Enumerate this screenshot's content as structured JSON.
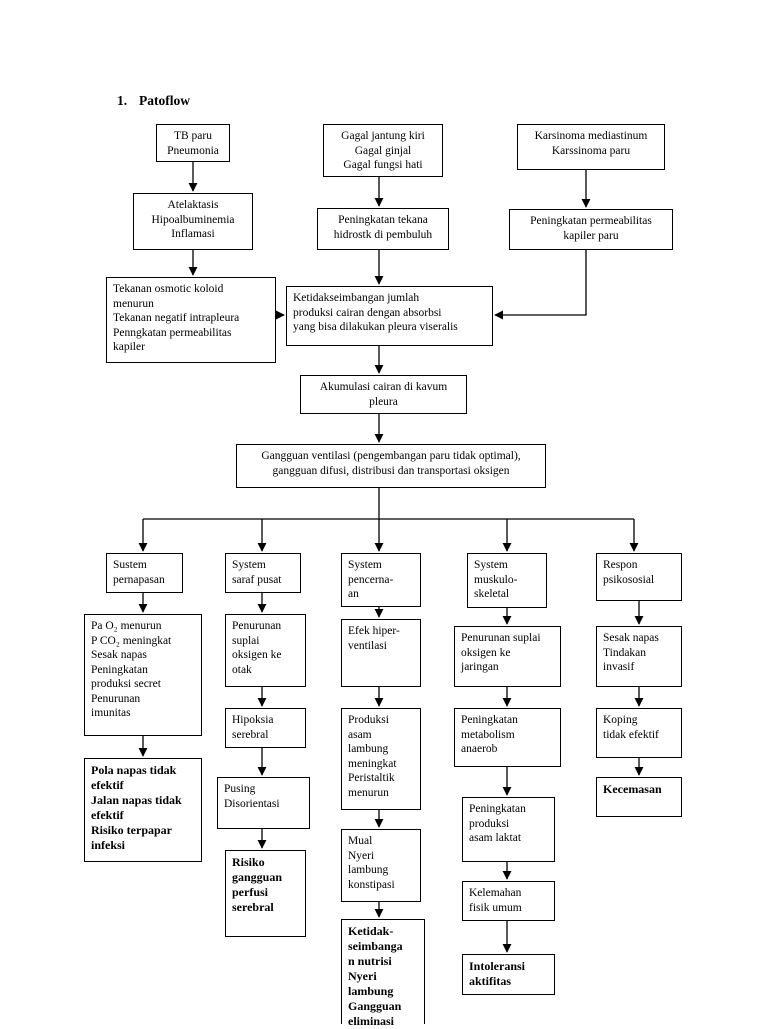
{
  "title": {
    "number": "1.",
    "text": "Patoflow"
  },
  "nodes": {
    "tb": "TB paru\nPneumonia",
    "gagal": "Gagal jantung kiri\nGagal ginjal\nGagal fungsi hati",
    "karsinoma": "Karsinoma mediastinum\nKarssinoma paru",
    "atelektasis": "Atelaktasis\nHipoalbuminemia\nInflamasi",
    "tekana_hidro": "Peningkatan tekana\nhidrostk di pembuluh",
    "permeabilitas": "Peningkatan permeabilitas\nkapiler paru",
    "tekanan_osmotic": "Tekanan osmotic koloid\nmenurun\nTekanan negatif intrapleura\nPenngkatan permeabilitas\nkapiler",
    "ketidakseimbangan": "Ketidakseimbangan jumlah\nproduksi cairan dengan absorbsi\nyang bisa dilakukan pleura viseralis",
    "akumulasi": "Akumulasi cairan di kavum\npleura",
    "gangguan": "Gangguan ventilasi (pengembangan paru tidak optimal),\ngangguan difusi, distribusi dan transportasi oksigen",
    "col1_head": "Sustem\npernapasan",
    "col1_a": "Pa O₂ menurun\nP CO₂ meningkat\nSesak napas\nPeningkatan\nproduksi secret\nPenurunan\nimunitas",
    "col1_dx": "Pola napas tidak\nefektif\nJalan napas tidak\nefektif\nRisiko terpapar\ninfeksi",
    "col2_head": "System\nsaraf pusat",
    "col2_a": "Penurunan\nsuplai\noksigen ke\notak",
    "col2_b": "Hipoksia\nserebral",
    "col2_c": "Pusing\nDisorientasi",
    "col2_dx": "Risiko\ngangguan\nperfusi\nserebral",
    "col3_head": "System\npencerna-\nan",
    "col3_a": "Efek hiper-\nventilasi",
    "col3_b": "Produksi\nasam\nlambung\nmeningkat\nPeristaltik\nmenurun",
    "col3_c": "Mual\nNyeri\nlambung\nkonstipasi",
    "col3_dx": "Ketidak-\nseimbanga\nn nutrisi\nNyeri\nlambung\nGangguan\neliminasi",
    "col4_head": "System\nmuskulo-\nskeletal",
    "col4_a": "Penurunan suplai\noksigen ke\njaringan",
    "col4_b": "Peningkatan\nmetabolism\nanaerob",
    "col4_c": "Peningkatan\nproduksi\nasam laktat",
    "col4_d": "Kelemahan\nfisik umum",
    "col4_dx": "Intoleransi\naktifitas",
    "col5_head": "Respon\npsikososial",
    "col5_a": "Sesak napas\nTindakan\ninvasif",
    "col5_b": "Koping\ntidak efektif",
    "col5_dx": "Kecemasan"
  }
}
